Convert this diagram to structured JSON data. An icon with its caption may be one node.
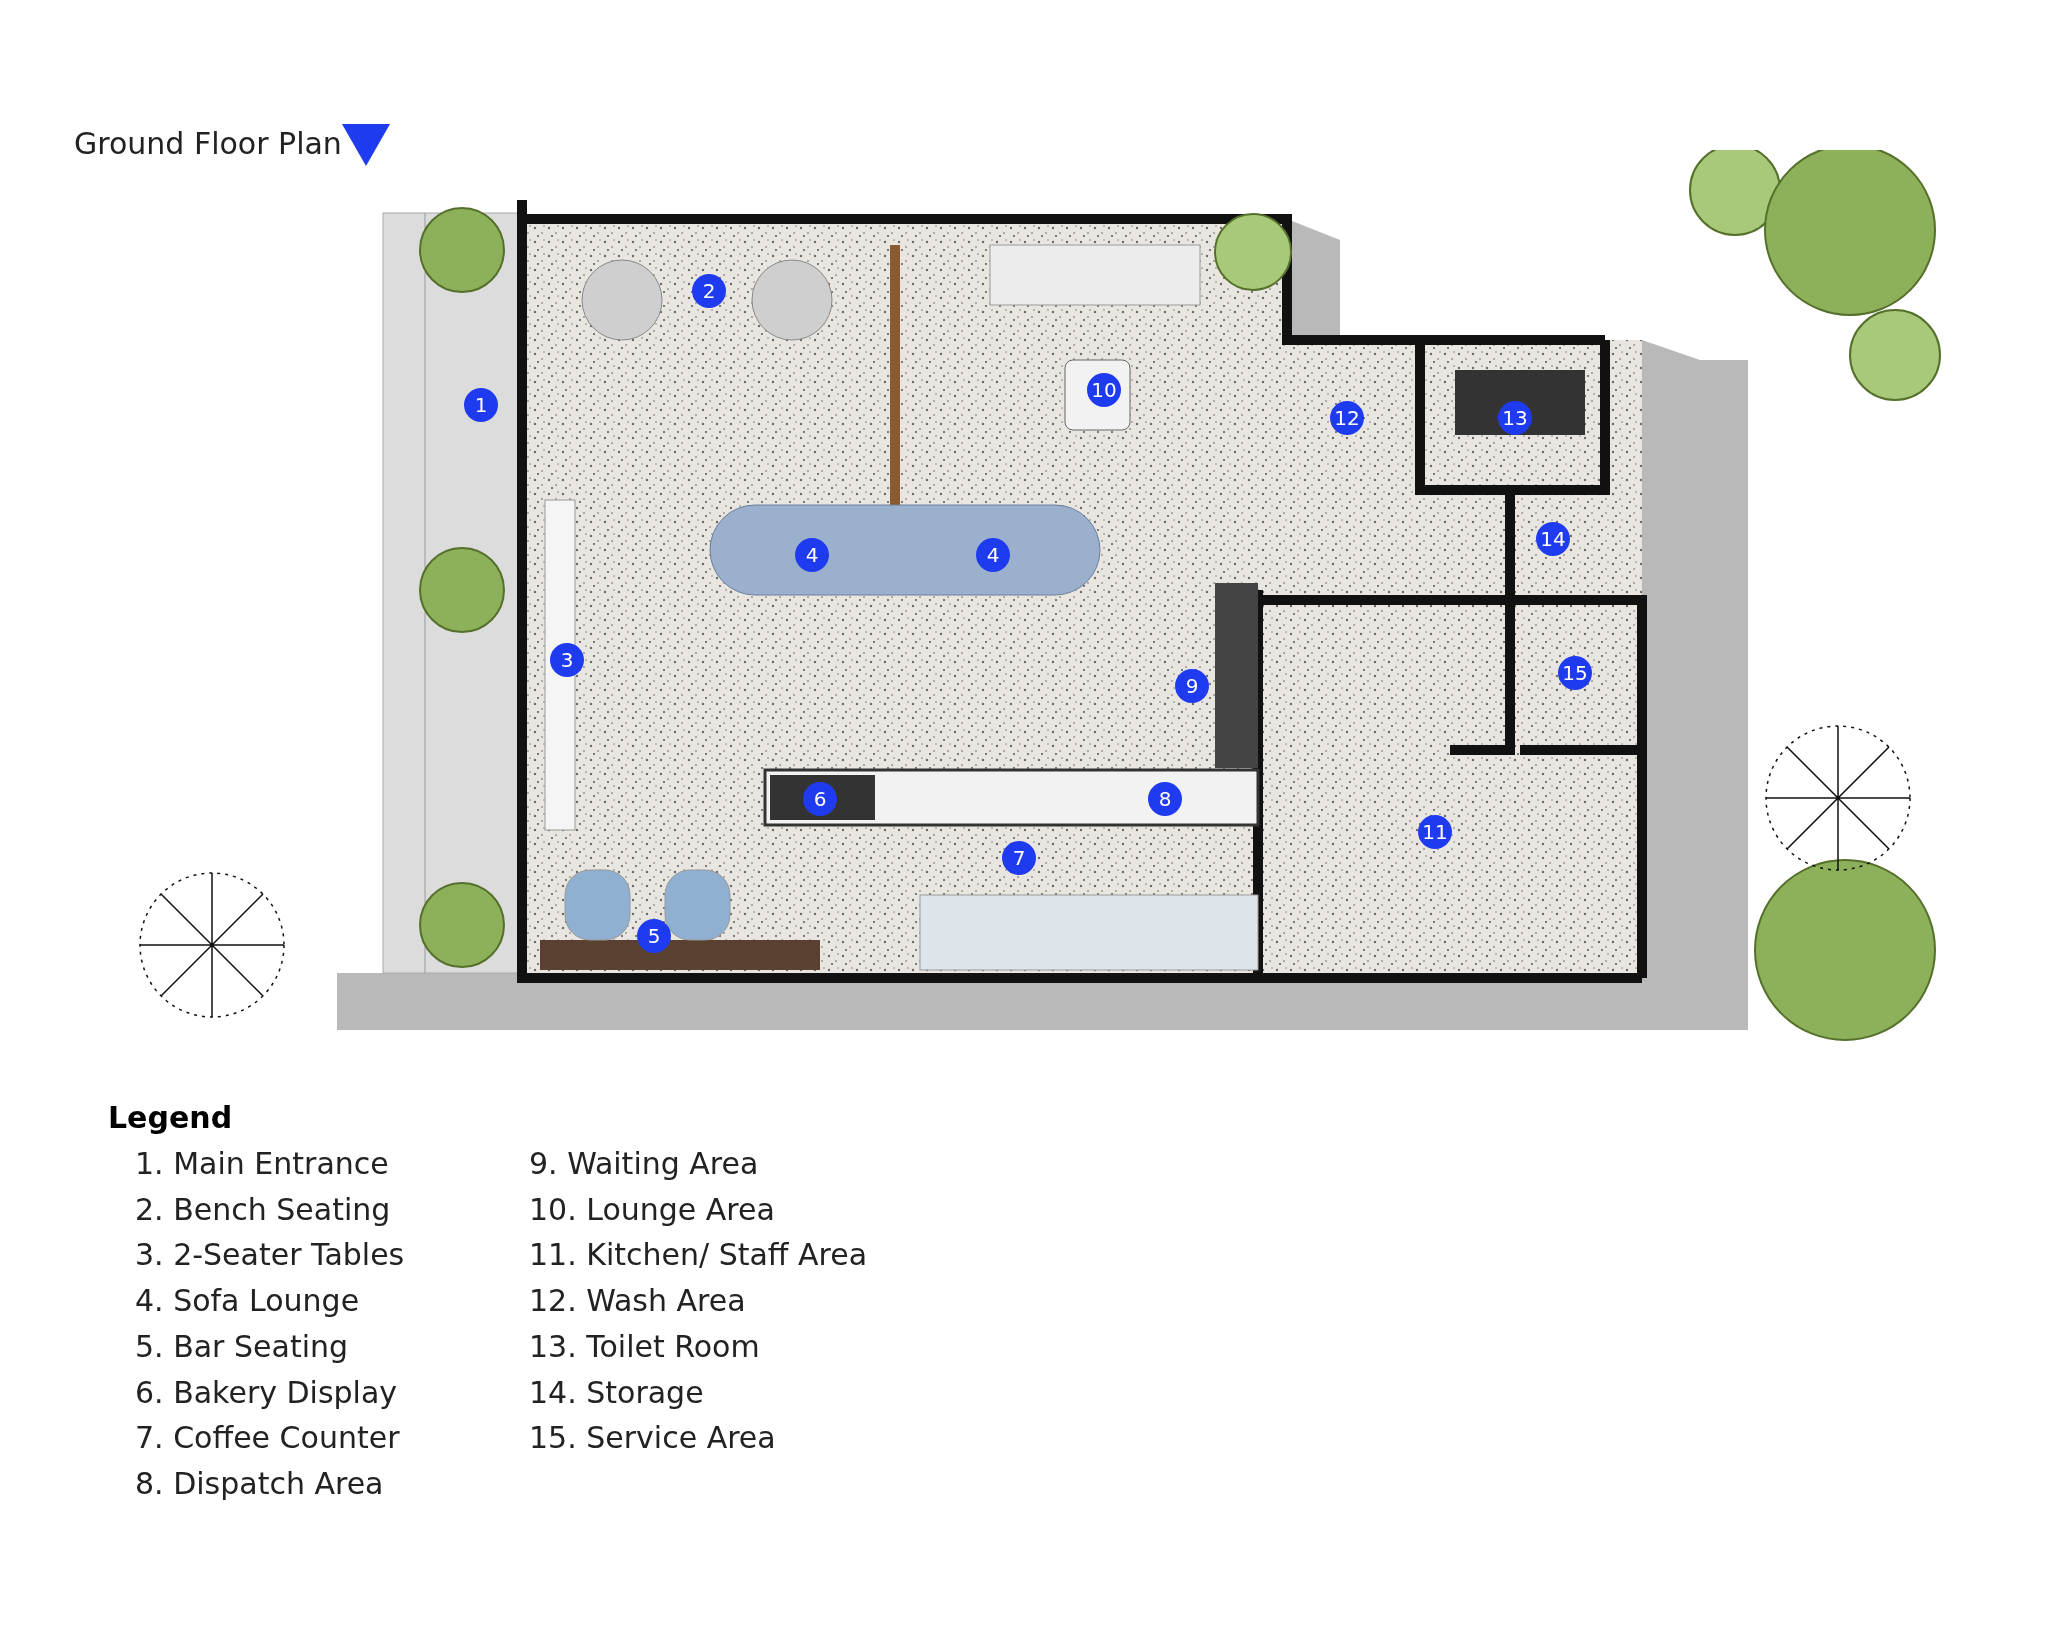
{
  "diagram": {
    "title": "Ground Floor Plan",
    "labels": [
      "1",
      "2",
      "10",
      "4",
      "4",
      "12",
      "13",
      "14",
      "3",
      "9",
      "15",
      "6",
      "8",
      "11",
      "7",
      "5",
      "Legend"
    ],
    "legend": [
      {
        "text": "1. Main Entrance"
      },
      {
        "text": "2. Bench Seating"
      },
      {
        "text": "3. 2-Seater Tables"
      },
      {
        "text": "4. Sofa Lounge"
      },
      {
        "text": "5. Bar Seating"
      },
      {
        "text": "6. Bakery Display"
      },
      {
        "text": "7. Coffee Counter"
      },
      {
        "text": "8. Dispatch Area"
      },
      {
        "text": "9. Waiting Area"
      },
      {
        "text": "10. Lounge Area"
      },
      {
        "text": "11. Kitchen/ Staff Area"
      },
      {
        "text": "12. Wash Area"
      },
      {
        "text": "13. Toilet Room"
      },
      {
        "text": "14. Storage"
      },
      {
        "text": "15. Service Area"
      }
    ]
  }
}
